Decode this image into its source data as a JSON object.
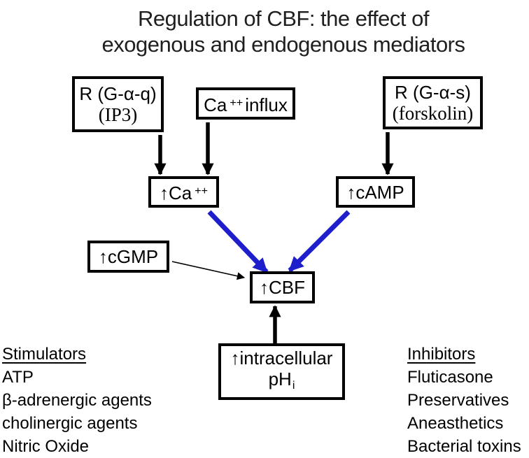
{
  "title": {
    "line1": "Regulation of CBF: the effect of",
    "line2": "exogenous and endogenous mediators"
  },
  "boxes": {
    "receptor_gq": {
      "line1": "R (G-α-q)",
      "line2": "(IP3)"
    },
    "ca_influx": {
      "base": "Ca",
      "sup": "++",
      "rest": "influx"
    },
    "receptor_gs": {
      "line1": "R (G-α-s)",
      "line2": "(forskolin)"
    },
    "ca_up": {
      "base": "↑Ca",
      "sup": "++"
    },
    "camp_up": {
      "label": "↑cAMP"
    },
    "cgmp_up": {
      "label": "↑cGMP"
    },
    "cbf_up": {
      "label": "↑CBF"
    },
    "ph_up": {
      "line1": "↑intracellular",
      "line2_base": "pH",
      "line2_sub": "i"
    }
  },
  "stimulators": {
    "heading": "Stimulators",
    "items": [
      "ATP",
      "β-adrenergic agents",
      "cholinergic agents",
      "Nitric Oxide"
    ]
  },
  "inhibitors": {
    "heading": "Inhibitors",
    "items": [
      "Fluticasone",
      "Preservatives",
      "Aneasthetics",
      "Bacterial toxins"
    ]
  },
  "colors": {
    "activation_arrow_blue": "#1e1ecd",
    "line_black": "#000000"
  }
}
